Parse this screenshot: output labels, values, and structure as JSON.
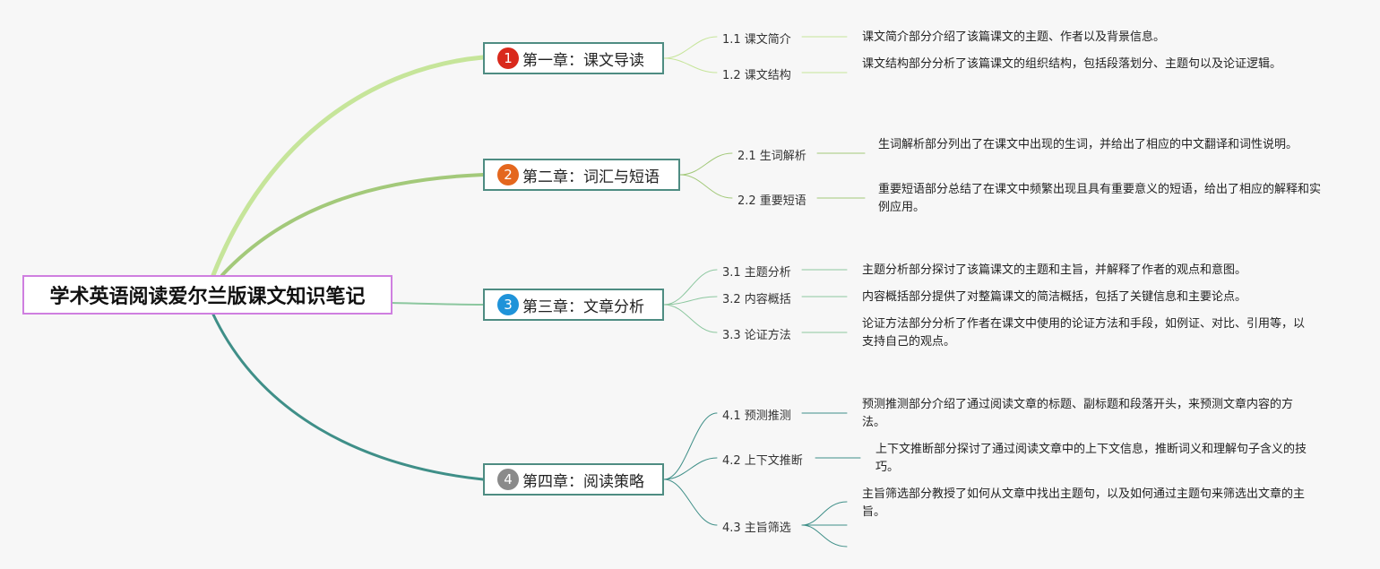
{
  "title": "学术英语阅读爱尔兰版课文知识笔记",
  "colors": {
    "root_border": "#cf7fe0",
    "chapter_border": "#4e8c82",
    "branch_1": "#c6e59a",
    "branch_2": "#a3c97a",
    "branch_3": "#8cc79f",
    "branch_4": "#3f8f88"
  },
  "chapters": [
    {
      "number": "1",
      "badge_color": "#d9291c",
      "label": "第一章：课文导读",
      "subs": [
        {
          "label": "1.1 课文简介",
          "desc": "课文简介部分介绍了该篇课文的主题、作者以及背景信息。"
        },
        {
          "label": "1.2 课文结构",
          "desc": "课文结构部分分析了该篇课文的组织结构，包括段落划分、主题句以及论证逻辑。"
        }
      ]
    },
    {
      "number": "2",
      "badge_color": "#e4671e",
      "label": "第二章：词汇与短语",
      "subs": [
        {
          "label": "2.1 生词解析",
          "desc": "生词解析部分列出了在课文中出现的生词，并给出了相应的中文翻译和词性说明。"
        },
        {
          "label": "2.2 重要短语",
          "desc": "重要短语部分总结了在课文中频繁出现且具有重要意义的短语，给出了相应的解释和实例应用。"
        }
      ]
    },
    {
      "number": "3",
      "badge_color": "#1f93d9",
      "label": "第三章：文章分析",
      "subs": [
        {
          "label": "3.1 主题分析",
          "desc": "主题分析部分探讨了该篇课文的主题和主旨，并解释了作者的观点和意图。"
        },
        {
          "label": "3.2 内容概括",
          "desc": "内容概括部分提供了对整篇课文的简洁概括，包括了关键信息和主要论点。"
        },
        {
          "label": "3.3 论证方法",
          "desc": "论证方法部分分析了作者在课文中使用的论证方法和手段，如例证、对比、引用等，以支持自己的观点。"
        }
      ]
    },
    {
      "number": "4",
      "badge_color": "#8a8a8a",
      "label": "第四章：阅读策略",
      "subs": [
        {
          "label": "4.1 预测推测",
          "desc": "预测推测部分介绍了通过阅读文章的标题、副标题和段落开头，来预测文章内容的方法。"
        },
        {
          "label": "4.2 上下文推断",
          "desc": "上下文推断部分探讨了通过阅读文章中的上下文信息，推断词义和理解句子含义的技巧。"
        },
        {
          "label": "4.3 主旨筛选",
          "desc": "主旨筛选部分教授了如何从文章中找出主题句，以及如何通过主题句来筛选出文章的主旨。"
        }
      ]
    }
  ]
}
